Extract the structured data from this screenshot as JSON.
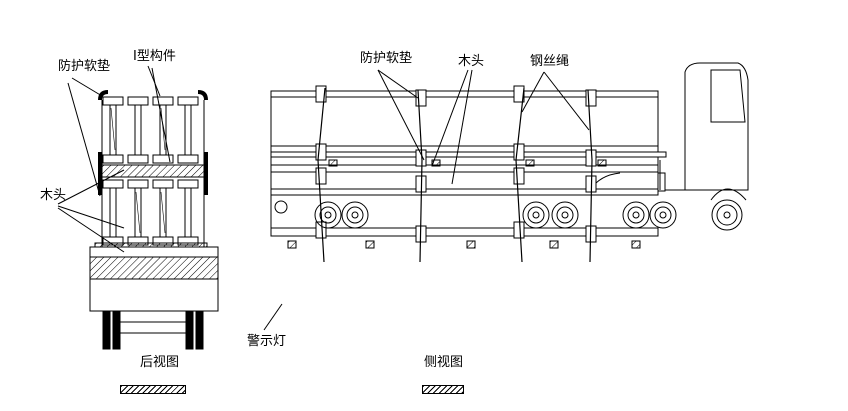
{
  "rear_view": {
    "label_pad": "防护软垫",
    "label_ibeam": "I型构件",
    "label_wood": "木头",
    "caption": "后视图"
  },
  "side_view": {
    "label_pad": "防护软垫",
    "label_wood": "木头",
    "label_rope": "钢丝绳",
    "label_lamp": "警示灯",
    "caption": "侧视图"
  }
}
